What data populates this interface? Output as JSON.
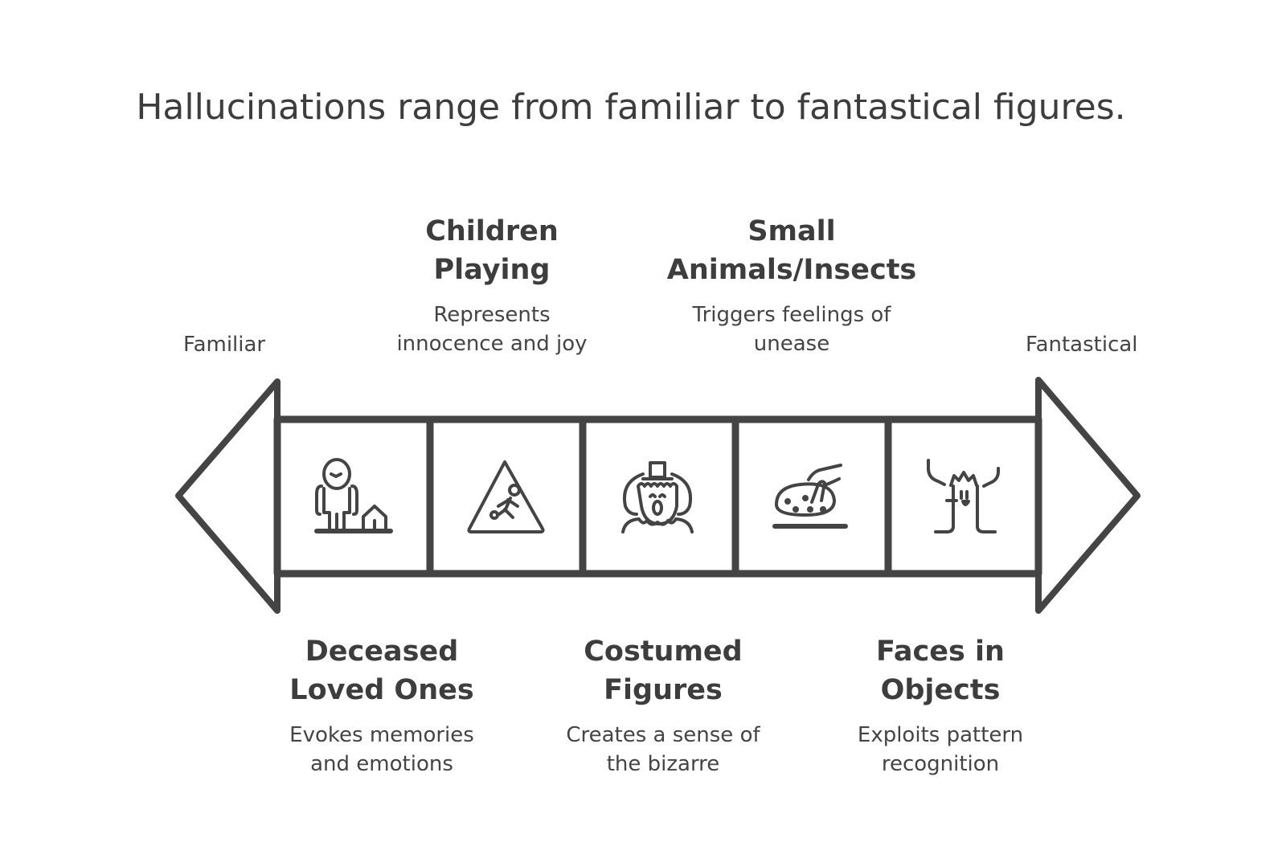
{
  "title": "Hallucinations range from familiar to fantastical figures.",
  "scale": {
    "left_label": "Familiar",
    "right_label": "Fantastical"
  },
  "items": [
    {
      "heading_1": "Deceased",
      "heading_2": "Loved Ones",
      "desc_1": "Evokes memories",
      "desc_2": "and emotions",
      "icon": "person-house-icon"
    },
    {
      "heading_1": "Children",
      "heading_2": "Playing",
      "desc_1": "Represents",
      "desc_2": "innocence and joy",
      "icon": "children-crossing-sign-icon"
    },
    {
      "heading_1": "Costumed",
      "heading_2": "Figures",
      "desc_1": "Creates a sense of",
      "desc_2": "the bizarre",
      "icon": "clown-icon"
    },
    {
      "heading_1": "Small",
      "heading_2": "Animals/Insects",
      "desc_1": "Triggers feelings of",
      "desc_2": "unease",
      "icon": "hand-touching-bug-icon"
    },
    {
      "heading_1": "Faces in",
      "heading_2": "Objects",
      "desc_1": "Exploits pattern",
      "desc_2": "recognition",
      "icon": "tree-face-icon"
    }
  ],
  "colors": {
    "stroke": "#444444",
    "background": "#ffffff"
  }
}
